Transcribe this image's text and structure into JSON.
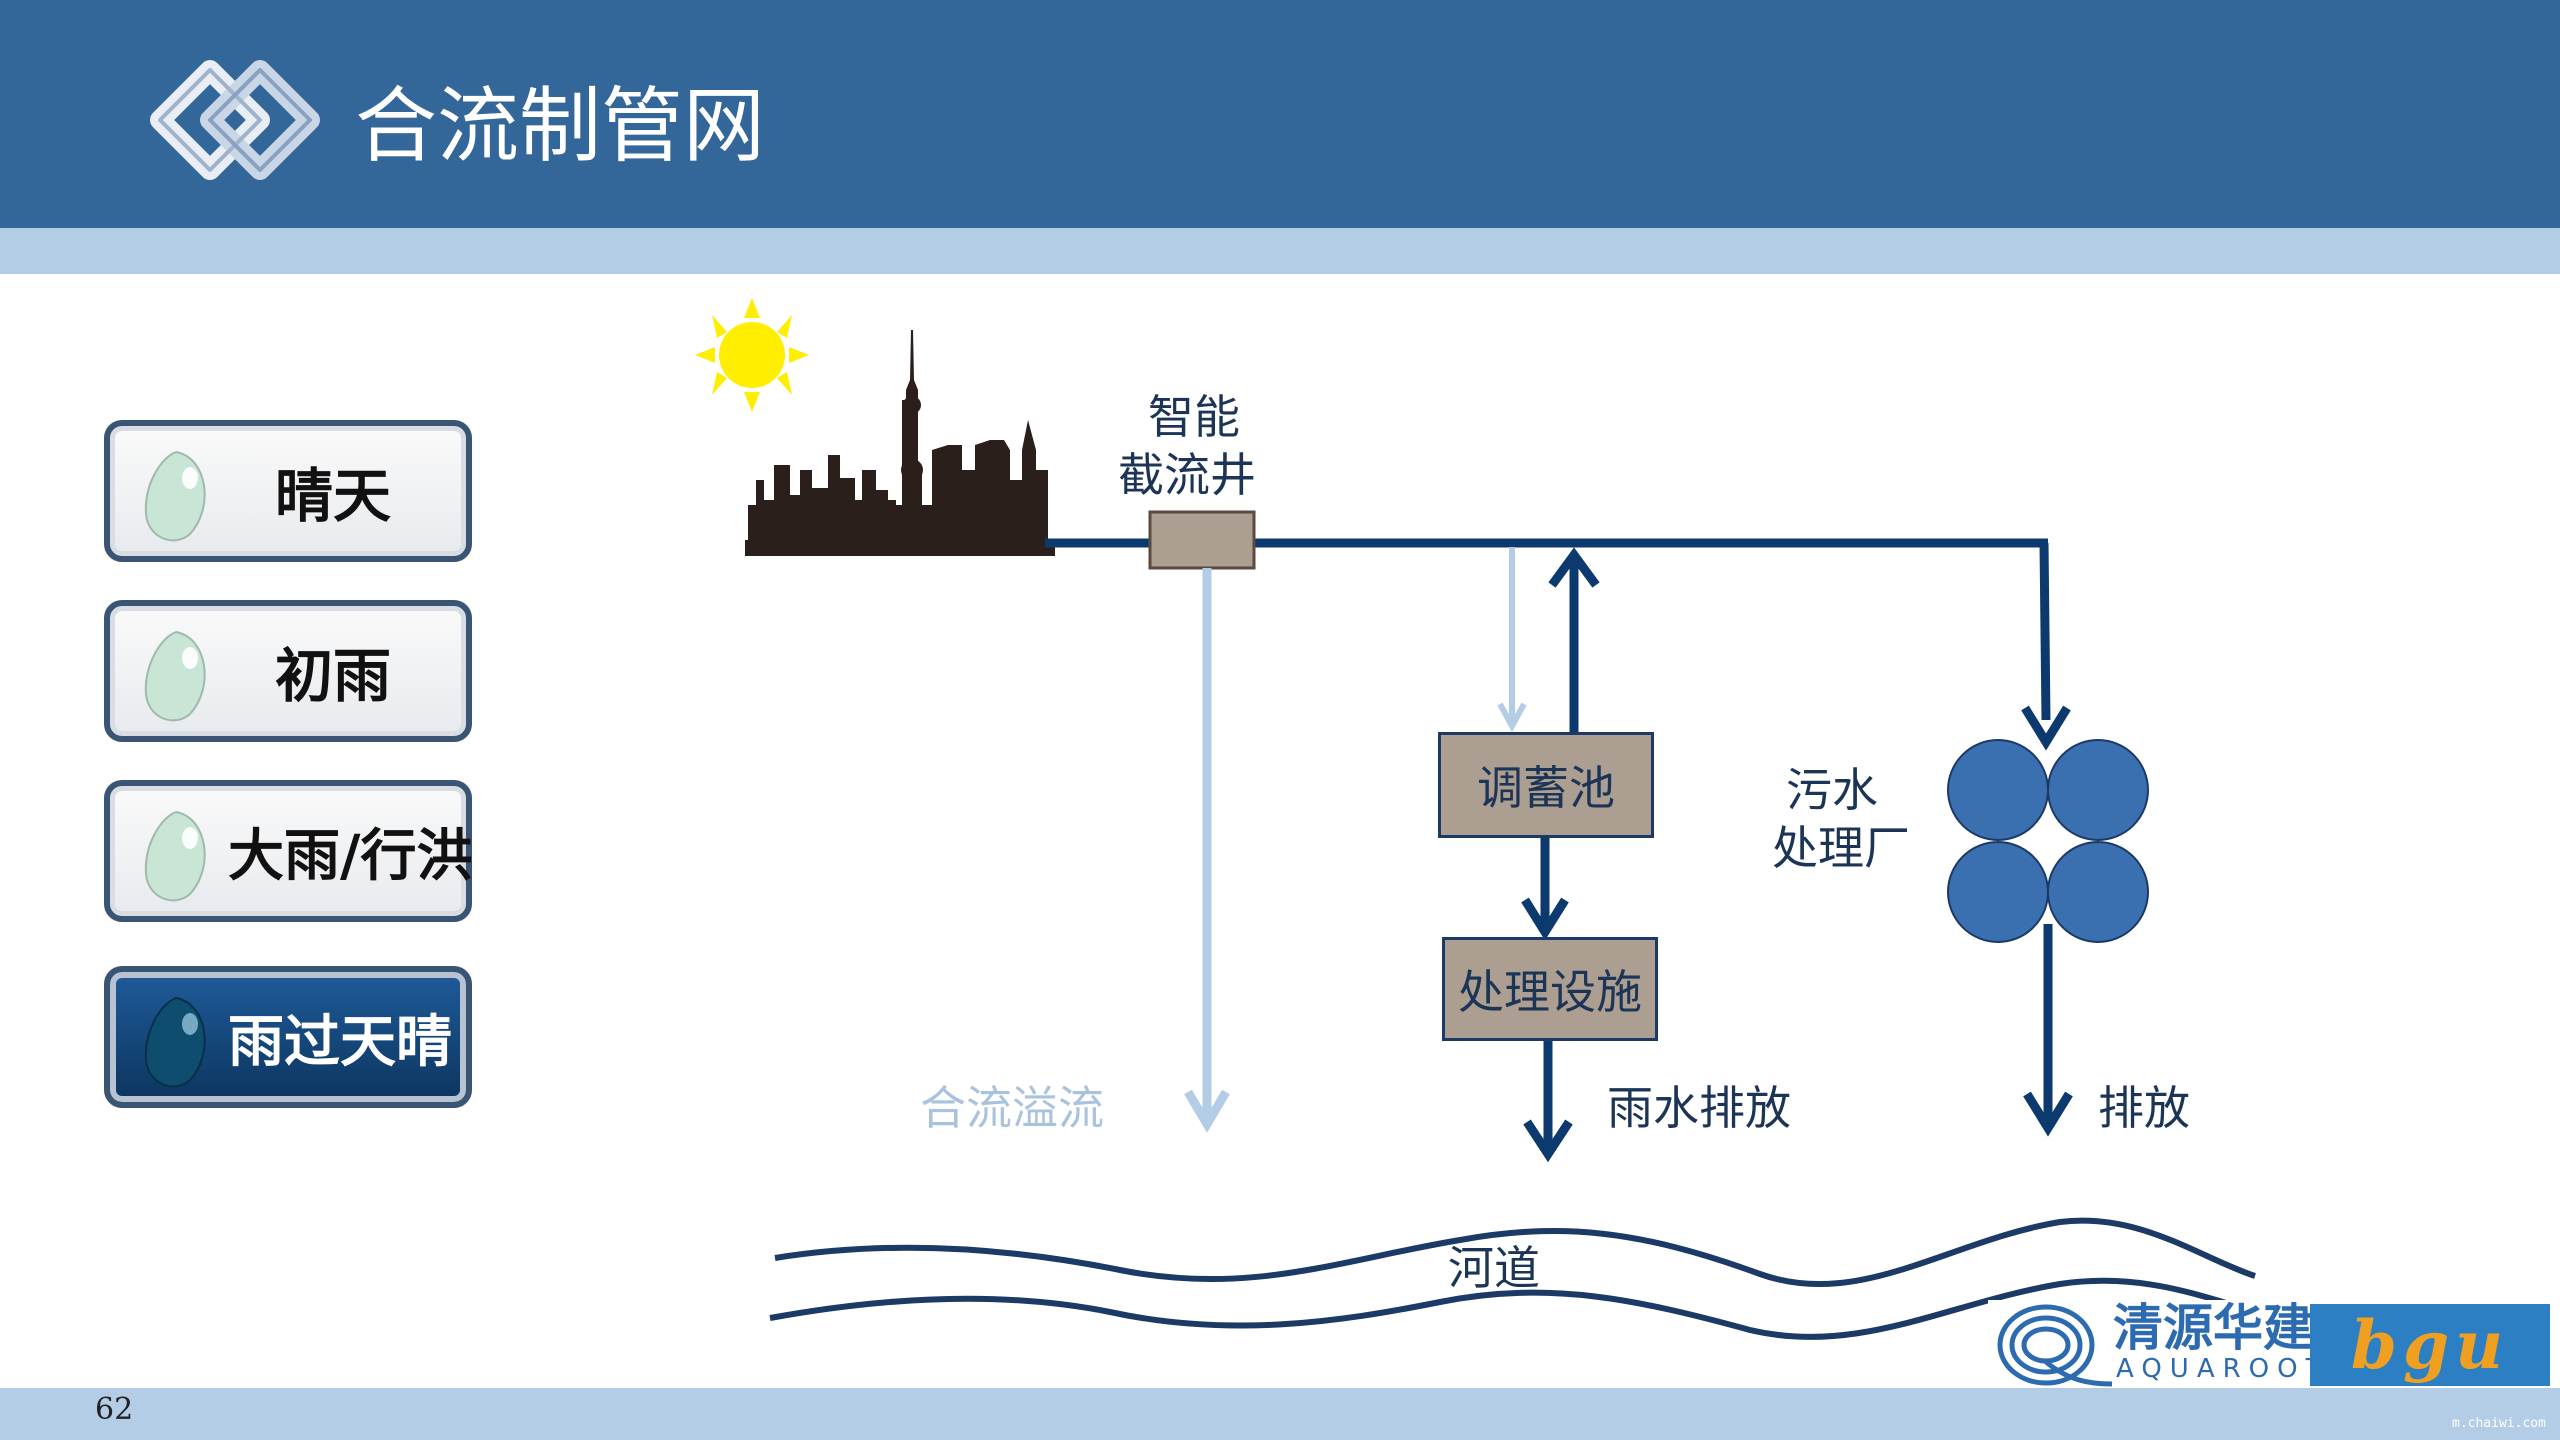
{
  "header": {
    "title": "合流制管网"
  },
  "buttons": [
    {
      "label": "晴天",
      "active": false
    },
    {
      "label": "初雨",
      "active": false
    },
    {
      "label": "大雨/行洪",
      "active": false
    },
    {
      "label": "雨过天晴",
      "active": true
    }
  ],
  "diagram": {
    "intercept_well": [
      "智能",
      "截流井"
    ],
    "combined_overflow": "合流溢流",
    "storage_tank": "调蓄池",
    "treatment_facility": "处理设施",
    "rain_discharge": "雨水排放",
    "wwtp": [
      "污水",
      "处理厂"
    ],
    "discharge": "排放",
    "river": "河道"
  },
  "brand": {
    "cn": "清源华建",
    "en": "AQUAROOT",
    "partner": "bgu"
  },
  "footer": {
    "page": "62",
    "watermark": "m.chaiwi.com"
  },
  "colors": {
    "header": "#336699",
    "band": "#b3cde6",
    "pipe": "#0d3a6e",
    "overflow": "#b3cde6",
    "box": "#ac9f92",
    "plant": "#3a6fb0"
  }
}
